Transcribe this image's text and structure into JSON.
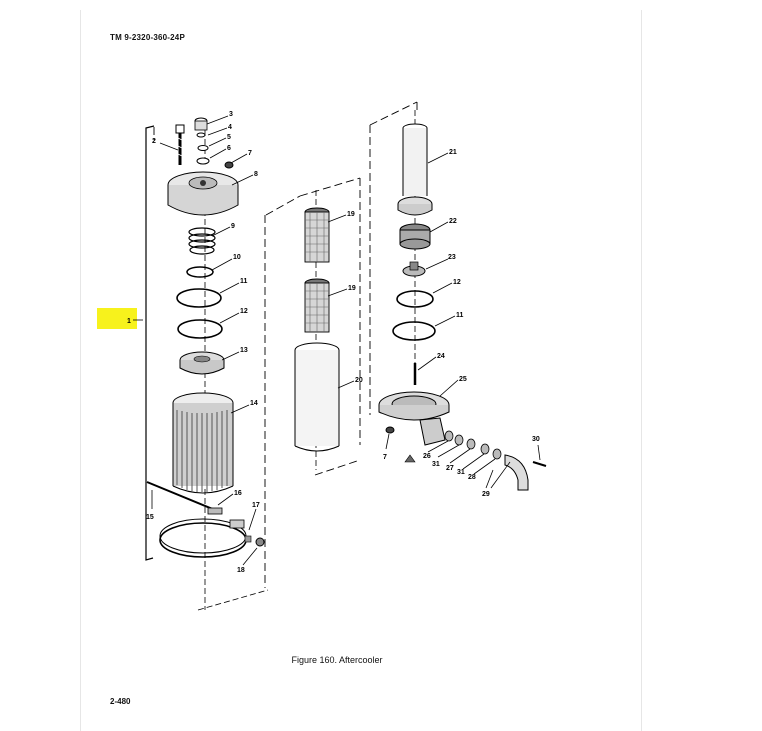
{
  "document": {
    "header": "TM  9-2320-360-24P",
    "figure_caption": "Figure 160.  Aftercooler",
    "page_number": "2-480"
  },
  "callouts": [
    "1",
    "2",
    "3",
    "4",
    "5",
    "6",
    "7",
    "8",
    "9",
    "10",
    "11",
    "12",
    "13",
    "14",
    "15",
    "16",
    "17",
    "18",
    "19",
    "20",
    "21",
    "22",
    "23",
    "24",
    "25",
    "26",
    "27",
    "28",
    "29",
    "30",
    "31"
  ],
  "highlight": {
    "color": "#f7f21c",
    "label": "1"
  }
}
